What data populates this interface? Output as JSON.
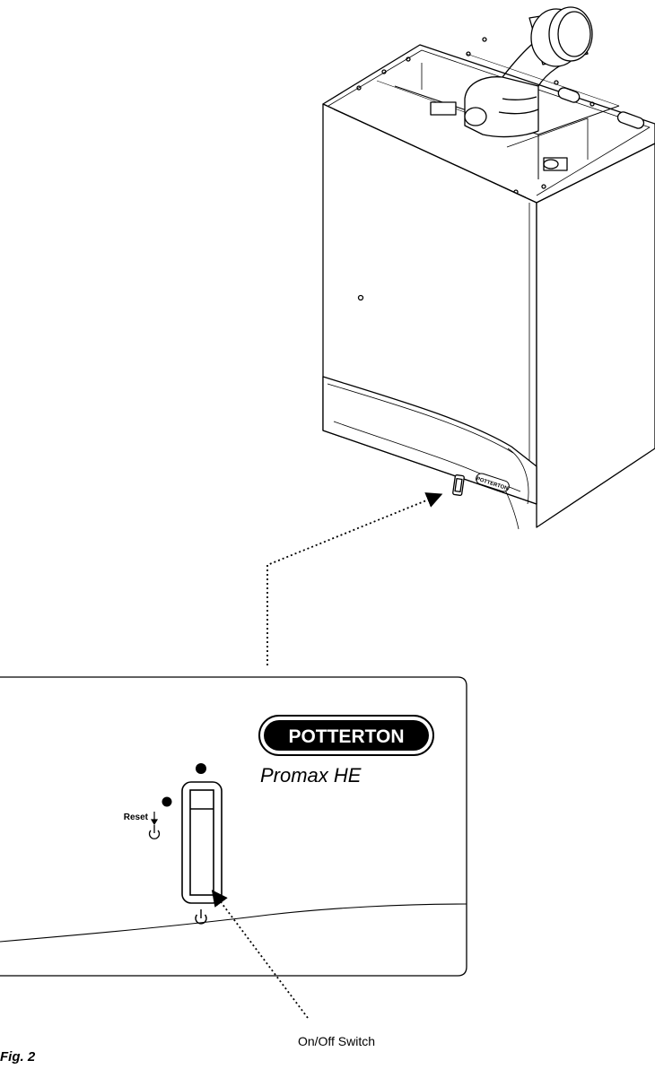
{
  "brand": {
    "logo_text": "POTTERTON",
    "model_name": "Promax HE",
    "mini_logo_text": "POTTERTON"
  },
  "panel": {
    "reset_label": "Reset"
  },
  "callout": {
    "switch_label": "On/Off Switch"
  },
  "figure": {
    "caption": "Fig. 2"
  },
  "icons": {
    "standby": "power-standby-icon",
    "indicator": "indicator-dot-icon",
    "arrow": "arrow-down-icon"
  },
  "colors": {
    "line": "#000000",
    "background": "#ffffff"
  }
}
